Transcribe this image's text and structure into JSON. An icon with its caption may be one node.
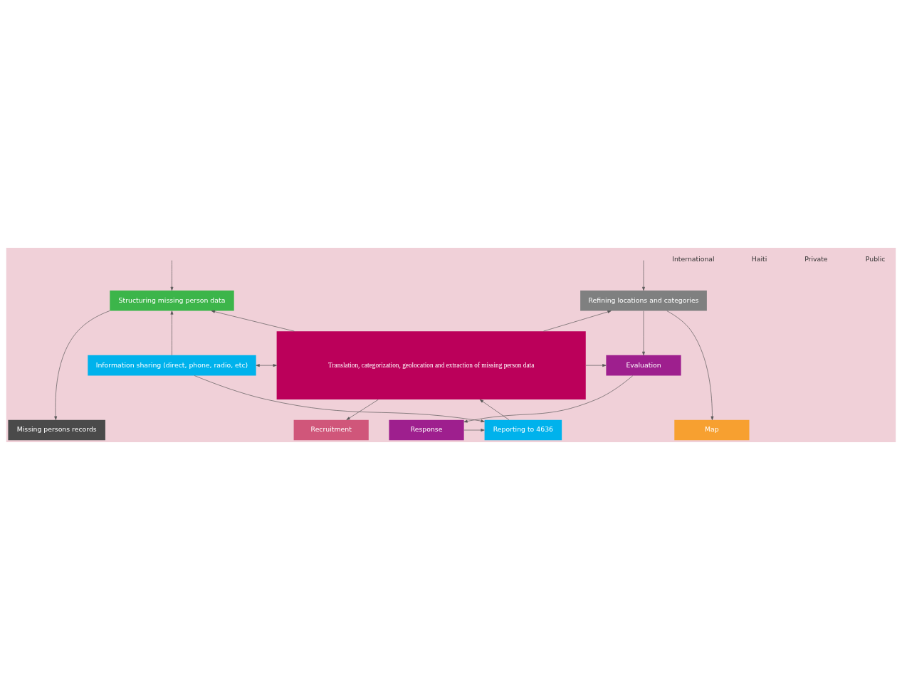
{
  "diagram": {
    "nodes": [
      {
        "text": [
          "Missing persons records"
        ]
      },
      {
        "text": [
          "Recruitment"
        ]
      },
      {
        "text": [
          "Map"
        ]
      },
      {
        "text": [
          "Structuring missing person data"
        ]
      },
      {
        "text": [
          "Refining locations and categories"
        ]
      },
      {
        "text": [
          "Translation, categorization, geolocation and extraction of missing person data"
        ]
      },
      {
        "text": [
          "Information sharing (direct, phone, radio, etc)"
        ]
      },
      {
        "text": [
          "Evaluation"
        ]
      },
      {
        "text": [
          "Reporting to 4636"
        ]
      },
      {
        "text": [
          "Response"
        ]
      }
    ],
    "edges": [
      {
        "from": 3,
        "to": 0,
        "arrow": "to"
      },
      {
        "from": 4,
        "to": 2,
        "arrow": "to"
      },
      {
        "from": 5,
        "to": 1,
        "arrow": "to"
      },
      {
        "from": null,
        "to": 3,
        "arrow": "to"
      },
      {
        "from": null,
        "to": 4,
        "arrow": "to"
      },
      {
        "from": 5,
        "to": 3,
        "arrow": "to"
      },
      {
        "from": 5,
        "to": 4,
        "arrow": "to"
      },
      {
        "from": 6,
        "to": 3,
        "arrow": "to"
      },
      {
        "from": 6,
        "to": 5,
        "arrow": "both"
      },
      {
        "from": 5,
        "to": 7,
        "arrow": "to"
      },
      {
        "from": 4,
        "to": 7,
        "arrow": "to"
      },
      {
        "from": 7,
        "to": 9,
        "arrow": "to"
      },
      {
        "from": 6,
        "to": 8,
        "arrow": "to"
      },
      {
        "from": 9,
        "to": 8,
        "arrow": "to"
      },
      {
        "from": 8,
        "to": 5,
        "arrow": "to"
      }
    ],
    "labels": [
      "International",
      "Haiti",
      "Private",
      "Public"
    ]
  }
}
